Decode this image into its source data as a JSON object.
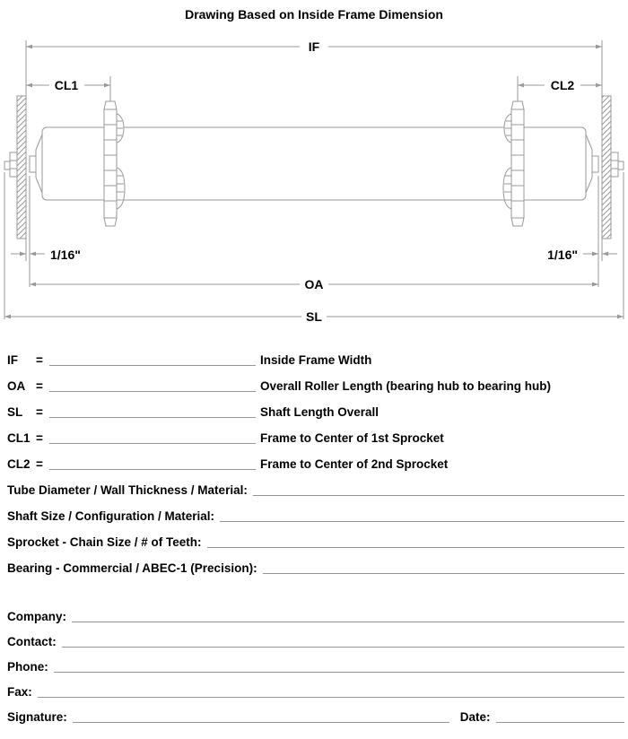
{
  "title": "Drawing Based on Inside Frame Dimension",
  "diagram": {
    "line_color": "#999999",
    "labels": {
      "if": "IF",
      "oa": "OA",
      "sl": "SL",
      "cl1": "CL1",
      "cl2": "CL2",
      "gap_left": "1/16\"",
      "gap_right": "1/16\""
    }
  },
  "legend": {
    "rows": [
      {
        "sym": "IF",
        "eq": "=",
        "desc": "Inside Frame Width"
      },
      {
        "sym": "OA",
        "eq": "=",
        "desc": "Overall Roller Length (bearing hub to bearing hub)"
      },
      {
        "sym": "SL",
        "eq": "=",
        "desc": "Shaft Length Overall"
      },
      {
        "sym": "CL1",
        "eq": "=",
        "desc": "Frame to Center of 1st Sprocket"
      },
      {
        "sym": "CL2",
        "eq": "=",
        "desc": "Frame to Center of 2nd Sprocket"
      }
    ]
  },
  "specs": {
    "rows": [
      {
        "label": "Tube Diameter / Wall Thickness / Material:"
      },
      {
        "label": "Shaft Size / Configuration / Material:"
      },
      {
        "label": "Sprocket - Chain Size / # of Teeth:"
      },
      {
        "label": "Bearing - Commercial / ABEC-1 (Precision):"
      }
    ]
  },
  "contact": {
    "rows": [
      {
        "label": "Company:"
      },
      {
        "label": "Contact:"
      },
      {
        "label": "Phone:"
      },
      {
        "label": "Fax:"
      }
    ],
    "signature_label": "Signature:",
    "date_label": "Date:"
  }
}
